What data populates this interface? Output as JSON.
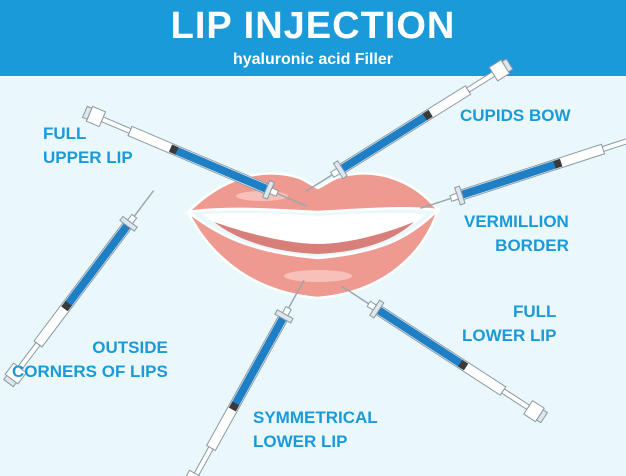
{
  "title": "LIP INJECTION",
  "subtitle": "hyaluronic acid Filler",
  "colors": {
    "header_bg": "#1a9ad9",
    "background": "#eaf8fb",
    "label": "#1a9ad9",
    "lip_fill": "#ef9a91",
    "syringe_liquid": "#1f7fc4"
  },
  "labels": {
    "full_upper_lip": [
      "FULL",
      "UPPER LIP"
    ],
    "cupids_bow": [
      "CUPIDS BOW"
    ],
    "vermillion_border": [
      "VERMILLION",
      "BORDER"
    ],
    "full_lower_lip": [
      "FULL",
      "LOWER LIP"
    ],
    "outside_corners": [
      "OUTSIDE",
      "CORNERS OF LIPS"
    ],
    "symmetrical_lower_lip": [
      "SYMMETRICAL",
      "LOWER LIP"
    ]
  }
}
